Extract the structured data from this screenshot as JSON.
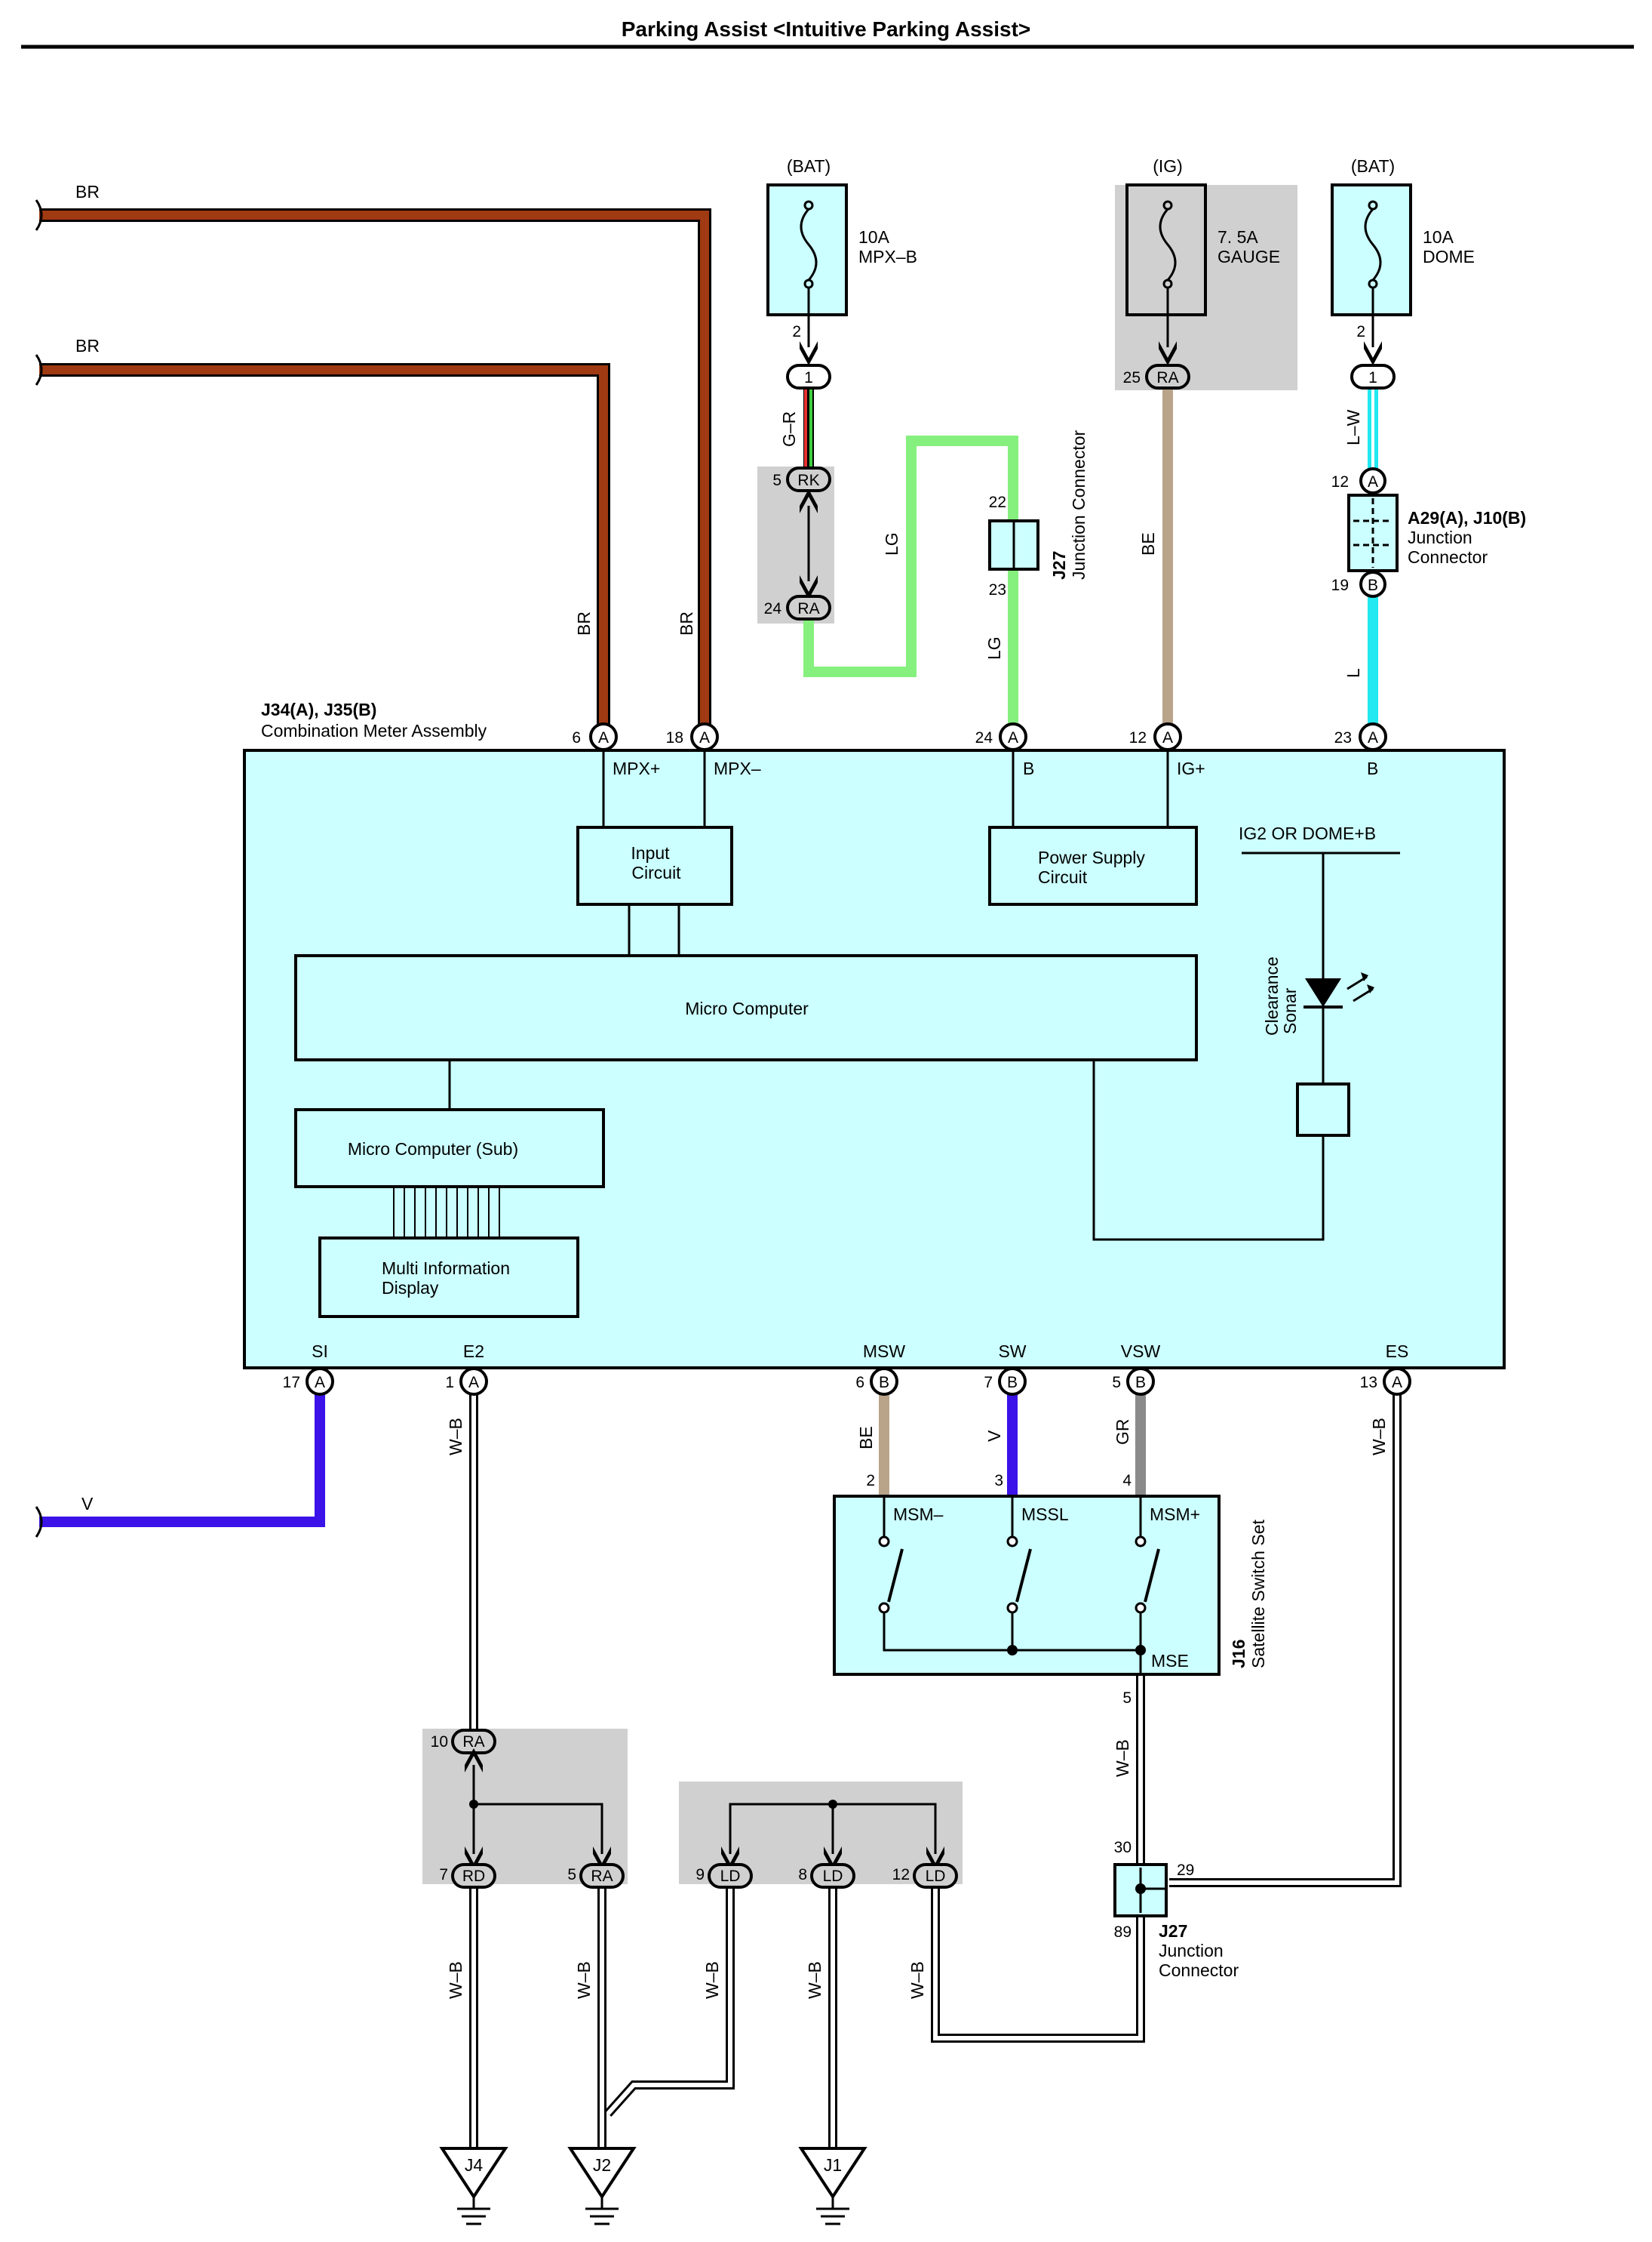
{
  "title": "Parking Assist <Intuitive Parking Assist>",
  "colors": {
    "BR": "#a03a12",
    "LG": "#86f07e",
    "BE": "#b9a48a",
    "L": "#22e8f0",
    "V": "#3b12e8",
    "GR": "#8a8a8a",
    "WB": "#ffffff",
    "box_fill": "#ccffff",
    "gray": "#d0d0d0"
  },
  "wire_labels": {
    "br_top": "BR",
    "br_mid": "BR",
    "br_v1": "BR",
    "br_v2": "BR",
    "gr_fuse": "G–R",
    "lg_1": "LG",
    "lg_2": "LG",
    "be_ig": "BE",
    "lw": "L–W",
    "l": "L",
    "v_left": "V",
    "wb_e2": "W–B",
    "be_msw": "BE",
    "v_sw": "V",
    "gr_vsw": "GR",
    "wb_es": "W–B",
    "wb_mse": "W–B",
    "wb_rd": "W–B",
    "wb_ra5": "W–B",
    "wb_ld9": "W–B",
    "wb_ld8": "W–B",
    "wb_ld12": "W–B"
  },
  "fuses": [
    {
      "source": "(BAT)",
      "rating": "10A",
      "name": "MPX–B"
    },
    {
      "source": "(IG)",
      "rating": "7. 5A",
      "name": "GAUGE"
    },
    {
      "source": "(BAT)",
      "rating": "10A",
      "name": "DOME"
    }
  ],
  "connectors": {
    "fuse1_pin": "2",
    "fuse1_conn": "1",
    "fuse2_pin": "25",
    "fuse2_conn": "RA",
    "fuse3_pin": "2",
    "fuse3_conn": "1",
    "rk_pin": "5",
    "rk": "RK",
    "ra24_pin": "24",
    "ra24": "RA",
    "a_12_pin": "12",
    "a_12": "A",
    "b_19_pin": "19",
    "b_19": "B",
    "j27_top_22": "22",
    "j27_top_23": "23"
  },
  "junctions": {
    "j27_top_id": "J27",
    "j27_top_name": "Junction Connector",
    "a29_id": "A29(A), J10(B)",
    "a29_name_1": "Junction",
    "a29_name_2": "Connector",
    "j27_bot_id": "J27",
    "j27_bot_name_1": "Junction",
    "j27_bot_name_2": "Connector",
    "j27_bot_30": "30",
    "j27_bot_29": "29",
    "j27_bot_89": "89"
  },
  "meter": {
    "id": "J34(A), J35(B)",
    "name": "Combination Meter Assembly",
    "top_pins": [
      {
        "num": "6",
        "conn": "A",
        "label": "MPX+"
      },
      {
        "num": "18",
        "conn": "A",
        "label": "MPX–"
      },
      {
        "num": "24",
        "conn": "A",
        "label": "B"
      },
      {
        "num": "12",
        "conn": "A",
        "label": "IG+"
      },
      {
        "num": "23",
        "conn": "A",
        "label": "B"
      }
    ],
    "bottom_pins": [
      {
        "num": "17",
        "conn": "A",
        "label": "SI"
      },
      {
        "num": "1",
        "conn": "A",
        "label": "E2"
      },
      {
        "num": "6",
        "conn": "B",
        "label": "MSW"
      },
      {
        "num": "7",
        "conn": "B",
        "label": "SW"
      },
      {
        "num": "5",
        "conn": "B",
        "label": "VSW"
      },
      {
        "num": "13",
        "conn": "A",
        "label": "ES"
      }
    ],
    "input_circuit_1": "Input",
    "input_circuit_2": "Circuit",
    "power_supply_1": "Power Supply",
    "power_supply_2": "Circuit",
    "micro_computer": "Micro Computer",
    "micro_computer_sub": "Micro Computer (Sub)",
    "multi_info_1": "Multi Information",
    "multi_info_2": "Display",
    "ig2_dome": "IG2 OR DOME+B",
    "clearance_1": "Clearance",
    "clearance_2": "Sonar"
  },
  "satellite": {
    "id": "J16",
    "name": "Satellite Switch Set",
    "pins": [
      {
        "num": "2",
        "label": "MSM–"
      },
      {
        "num": "3",
        "label": "MSSL"
      },
      {
        "num": "4",
        "label": "MSM+"
      }
    ],
    "mse_label": "MSE",
    "mse_pin": "5"
  },
  "ground_connectors": {
    "ra10_pin": "10",
    "ra10": "RA",
    "rd7_pin": "7",
    "rd7": "RD",
    "ra5_pin": "5",
    "ra5": "RA",
    "ld9_pin": "9",
    "ld9": "LD",
    "ld8_pin": "8",
    "ld8": "LD",
    "ld12_pin": "12",
    "ld12": "LD"
  },
  "grounds": [
    "J4",
    "J2",
    "J1"
  ]
}
